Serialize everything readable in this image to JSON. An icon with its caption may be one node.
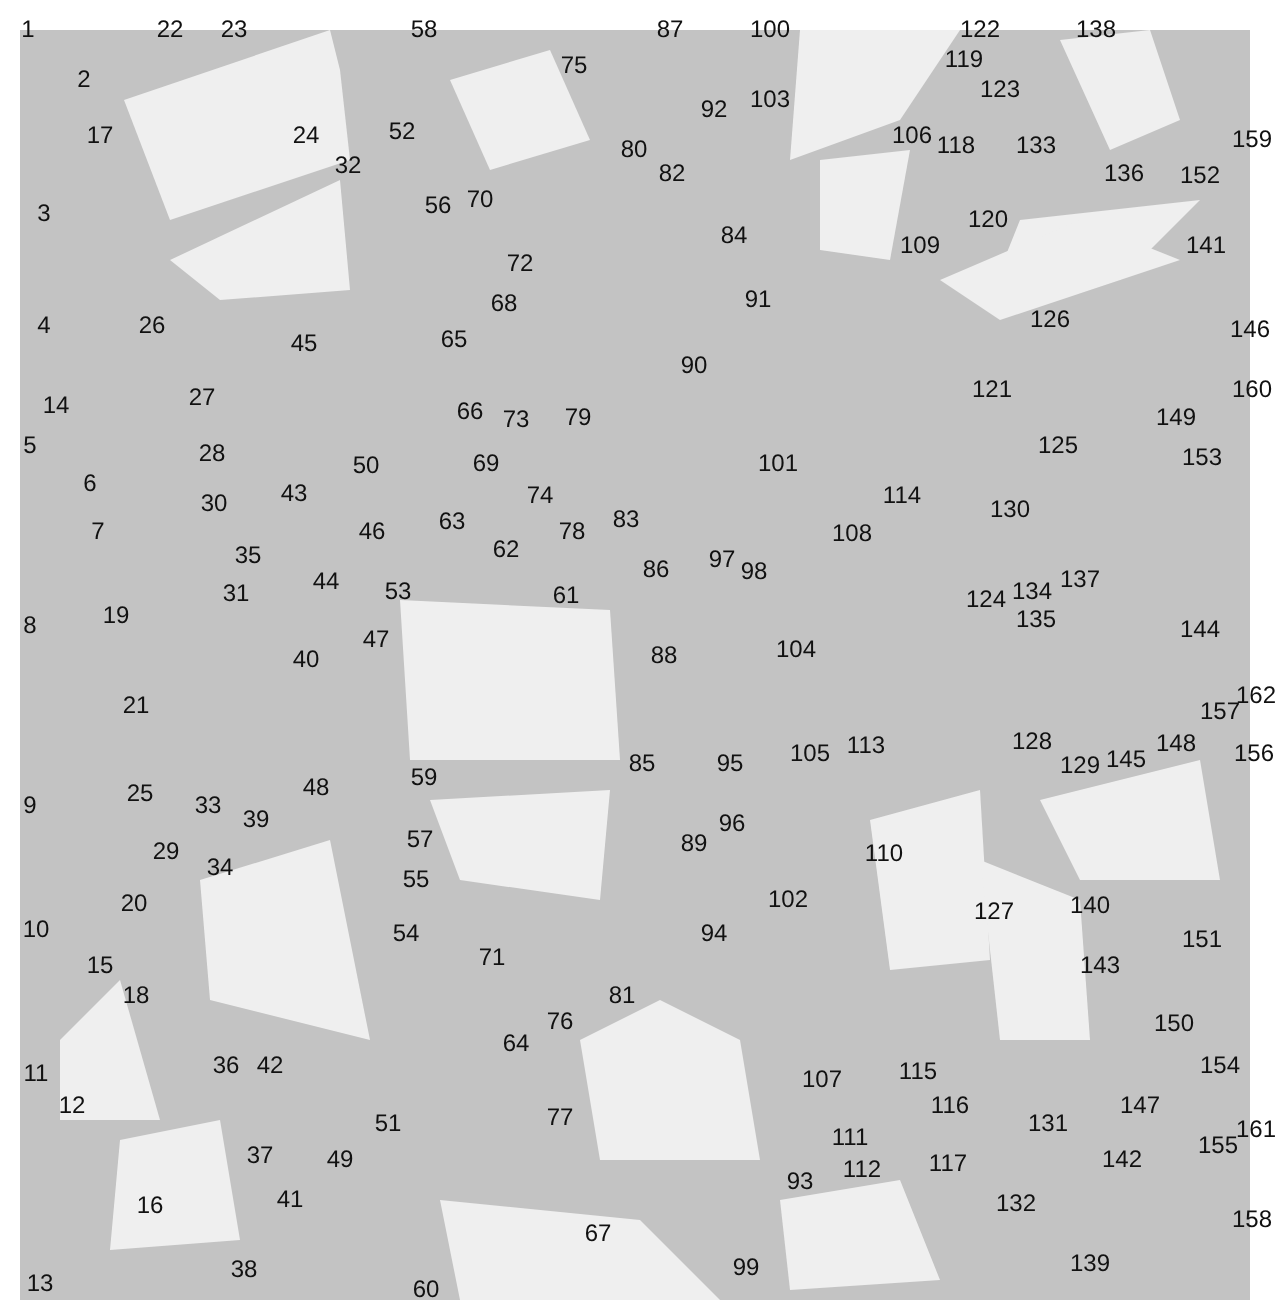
{
  "diagram": {
    "labels": [
      "1",
      "22",
      "23",
      "58",
      "87",
      "100",
      "122",
      "138",
      "119",
      "2",
      "123",
      "75",
      "103",
      "92",
      "17",
      "24",
      "52",
      "106",
      "118",
      "133",
      "159",
      "32",
      "80",
      "82",
      "136",
      "152",
      "56",
      "70",
      "3",
      "120",
      "109",
      "141",
      "84",
      "72",
      "68",
      "91",
      "65",
      "4",
      "26",
      "45",
      "126",
      "146",
      "90",
      "121",
      "160",
      "14",
      "27",
      "66",
      "73",
      "79",
      "149",
      "101",
      "125",
      "153",
      "5",
      "28",
      "50",
      "69",
      "6",
      "30",
      "43",
      "74",
      "130",
      "114",
      "108",
      "63",
      "7",
      "46",
      "78",
      "83",
      "35",
      "62",
      "86",
      "97",
      "98",
      "44",
      "31",
      "53",
      "61",
      "137",
      "124",
      "134",
      "8",
      "19",
      "135",
      "144",
      "47",
      "88",
      "104",
      "40",
      "21",
      "157",
      "162",
      "85",
      "95",
      "105",
      "113",
      "128",
      "129",
      "145",
      "148",
      "156",
      "59",
      "9",
      "25",
      "48",
      "33",
      "39",
      "96",
      "29",
      "34",
      "57",
      "89",
      "110",
      "20",
      "55",
      "102",
      "127",
      "140",
      "10",
      "54",
      "71",
      "94",
      "143",
      "151",
      "15",
      "18",
      "76",
      "81",
      "150",
      "11",
      "36",
      "42",
      "64",
      "107",
      "115",
      "154",
      "12",
      "51",
      "77",
      "111",
      "116",
      "131",
      "147",
      "155",
      "161",
      "37",
      "49",
      "93",
      "112",
      "117",
      "142",
      "16",
      "41",
      "67",
      "132",
      "158",
      "13",
      "38",
      "60",
      "99",
      "139"
    ]
  }
}
